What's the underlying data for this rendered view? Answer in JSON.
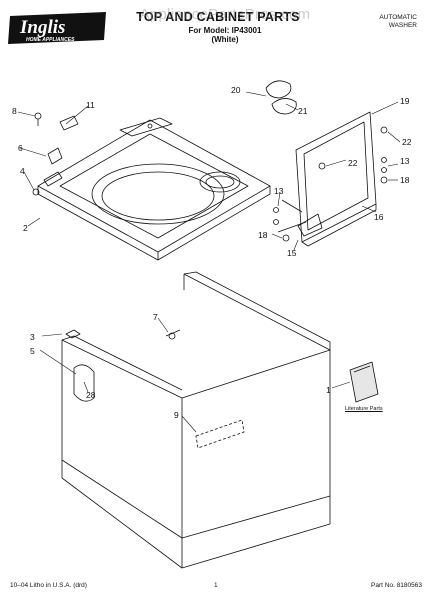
{
  "header": {
    "brand": "Inglis",
    "brand_tagline": "HOME APPLIANCES",
    "watermark": "AppliancePartsPros.com",
    "title": "TOP AND CABINET PARTS",
    "model_label": "For Model: IP43001",
    "color_label": "(White)",
    "product_line1": "AUTOMATIC",
    "product_line2": "WASHER"
  },
  "callouts": [
    "1",
    "2",
    "3",
    "4",
    "5",
    "6",
    "7",
    "8",
    "9",
    "11",
    "13",
    "13",
    "15",
    "16",
    "18",
    "18",
    "19",
    "20",
    "21",
    "22",
    "22",
    "28"
  ],
  "literature_label": "Literature Parts",
  "footer": {
    "left": "10–04 Litho in U.S.A. (drd)",
    "page": "1",
    "part_no": "Part No. 8180563"
  },
  "icons": [
    "inglis-logo",
    "washer-top-drawing",
    "lid-drawing",
    "cabinet-drawing",
    "literature-booklet-icon"
  ]
}
